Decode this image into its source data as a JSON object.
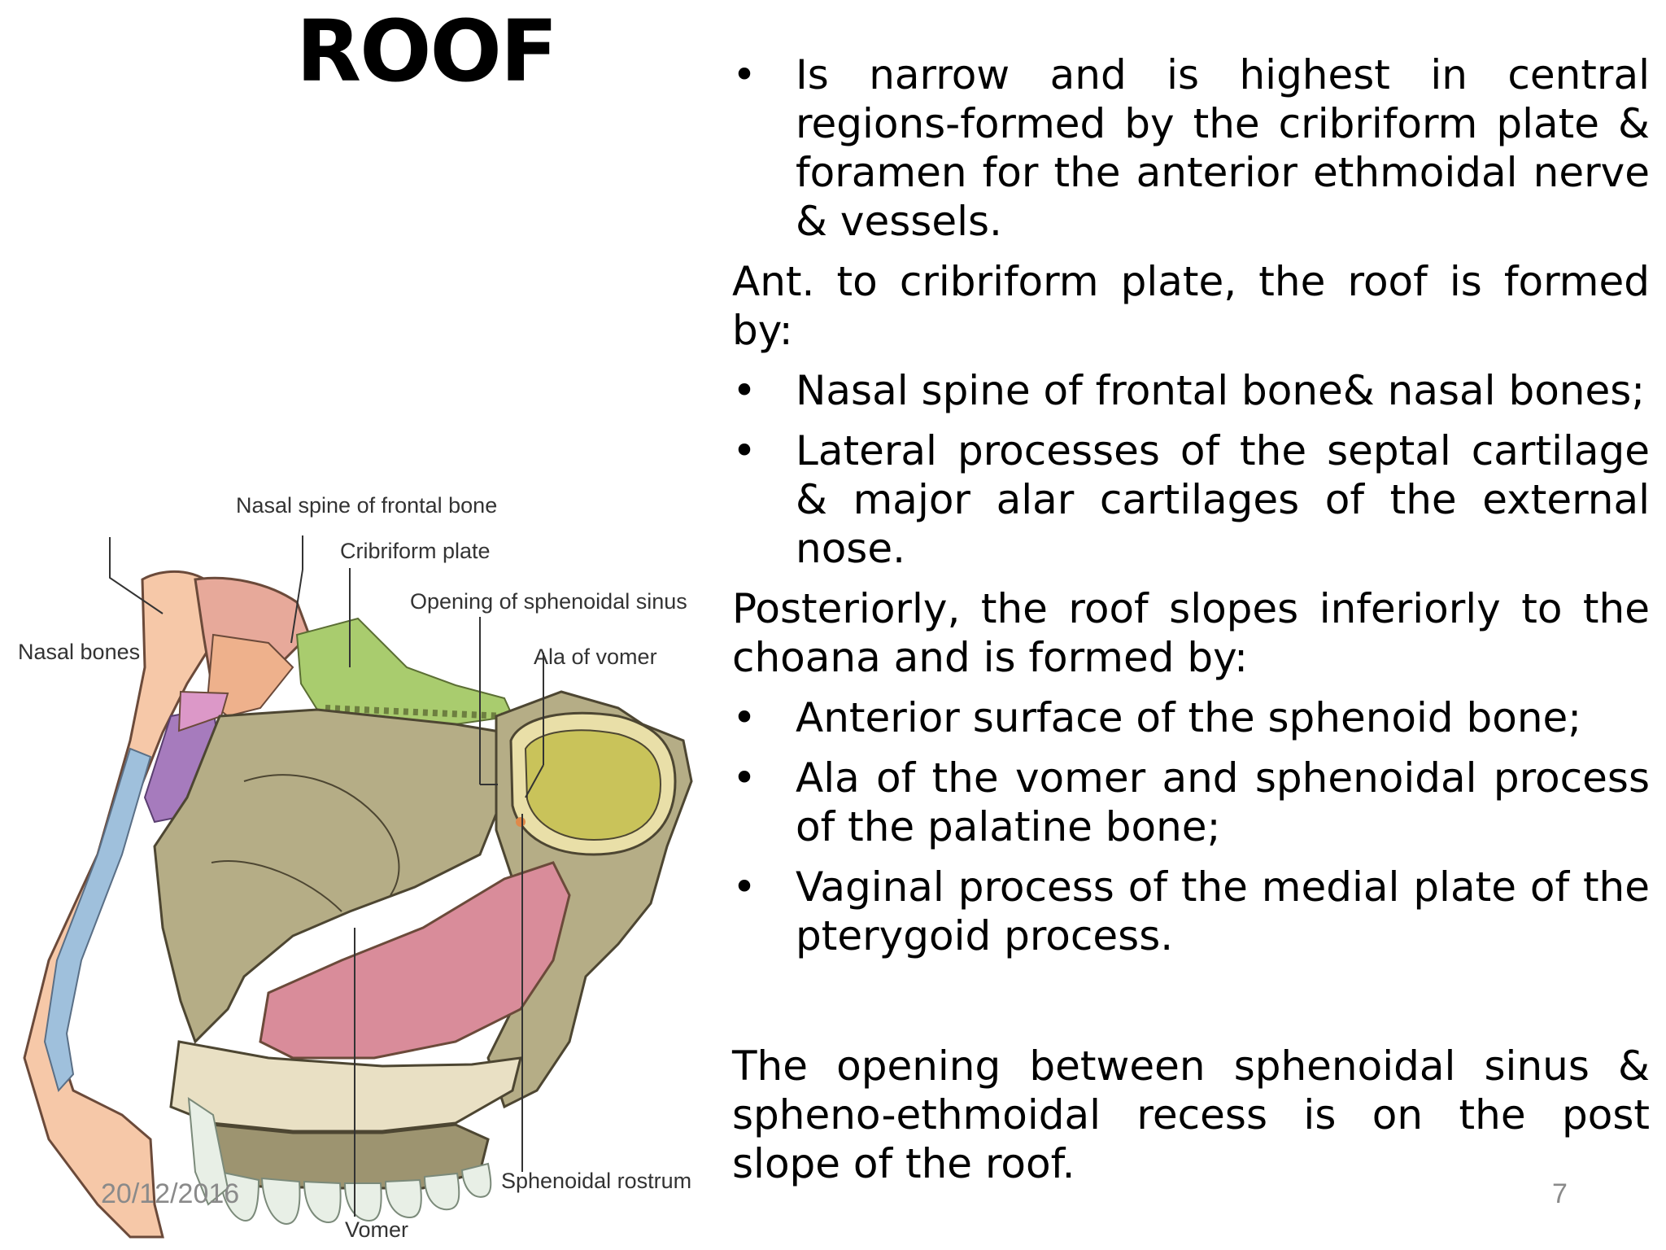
{
  "slide": {
    "title": "ROOF",
    "date": "20/12/2016",
    "page_number": "7"
  },
  "content": {
    "bullet1": "Is narrow and is highest in central regions-formed by the cribriform plate & foramen for the anterior ethmoidal nerve & vessels.",
    "para1": "Ant. to cribriform plate, the roof is formed by:",
    "bullet2": "Nasal spine of frontal bone& nasal bones;",
    "bullet3": "Lateral processes of the septal cartilage & major alar cartilages of the external nose.",
    "para2": "Posteriorly, the roof slopes inferiorly to the choana and is formed by:",
    "bullet4": "Anterior surface of the sphenoid bone;",
    "bullet5": "Ala of the vomer and sphenoidal process of the palatine bone;",
    "bullet6": "Vaginal process of the medial plate of the pterygoid process.",
    "para3": "The opening between sphenoidal sinus & spheno-ethmoidal recess is on the post slope of the roof.",
    "bullet_symbol": "•"
  },
  "diagram": {
    "labels": {
      "nasal_spine": "Nasal spine of frontal bone",
      "cribriform": "Cribriform plate",
      "opening_sphenoidal": "Opening of sphenoidal sinus",
      "nasal_bones": "Nasal bones",
      "ala_vomer": "Ala of vomer",
      "sphenoidal_rostrum": "Sphenoidal rostrum",
      "vomer": "Vomer"
    },
    "colors": {
      "skin": "#f6c8a8",
      "bone": "#b5ad86",
      "bone_dark": "#9d9470",
      "septum_pink": "#d98c9a",
      "purple": "#a67bbd",
      "green": "#a9cc6e",
      "sinus_yellow": "#c9c35a",
      "tooth": "#e8efe6",
      "cartilage_blue": "#9fc0dc"
    }
  }
}
